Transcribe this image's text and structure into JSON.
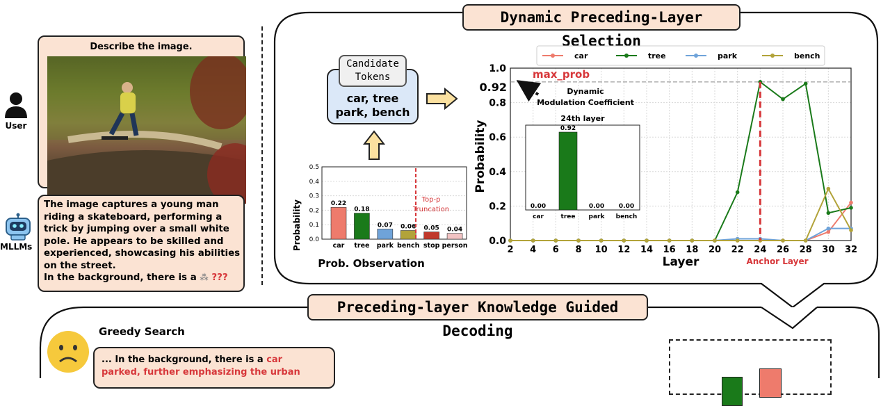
{
  "user": {
    "label": "User",
    "prompt": "Describe the image."
  },
  "mllm": {
    "label": "MLLMs",
    "response_lines": [
      "The image captures a young man",
      "riding a skateboard, performing a",
      "trick by jumping over a small white",
      "pole. He appears to be skilled and",
      "experienced, showcasing his abilities",
      "on the street."
    ],
    "response_tail_prefix": "In the background, there is a",
    "response_tail_unknown": "???"
  },
  "top_panel_title": "Dynamic Preceding-Layer Selection",
  "candidate": {
    "header": "Candidate\nTokens",
    "tokens_line1": "car, tree",
    "tokens_line2": "park, bench"
  },
  "prob_observation": {
    "caption": "Prob. Observation",
    "truncation_label_1": "Top-p",
    "truncation_label_2": "Truncation",
    "ylabel": "Probability",
    "yticks": [
      "0.0",
      "0.1",
      "0.2",
      "0.3",
      "0.4",
      "0.5"
    ]
  },
  "layer_chart_labels": {
    "max_prob": "max_prob",
    "max_value": "0.92",
    "coef_line1": "Dynamic",
    "coef_line2": "Modulation Coefficient",
    "anchor": "Anchor Layer",
    "inset_title": "24th layer"
  },
  "bottom_panel_title": "Preceding-layer Knowledge Guided Decoding",
  "greedy": {
    "title": "Greedy Search",
    "line1_prefix": "... In the background, there is a ",
    "line1_red": "car",
    "line2_red": "parked, further emphasizing the urban"
  },
  "colors": {
    "car": "#ee7b6c",
    "tree": "#1a7a1a",
    "park": "#6fa3d9",
    "bench": "#b2a33a",
    "bubble_fill": "#fbe3d3",
    "candidate_fill": "#dbe8f8",
    "arrow_fill": "#fbe1a0",
    "anchor_red": "#d7383b"
  },
  "chart_data": [
    {
      "type": "bar",
      "categories": [
        "car",
        "tree",
        "park",
        "bench",
        "stop",
        "person"
      ],
      "values": [
        0.22,
        0.18,
        0.07,
        0.06,
        0.05,
        0.04
      ],
      "bar_colors": [
        "#ee7b6c",
        "#1a7a1a",
        "#6fa3d9",
        "#b2a33a",
        "#c0392b",
        "#f2c3c3"
      ],
      "xlabel": "Prob. Observation",
      "ylabel": "Probability",
      "ylim": [
        0,
        0.5
      ],
      "annotation": "Top-p Truncation",
      "grid": true
    },
    {
      "type": "line",
      "x": [
        2,
        4,
        6,
        8,
        10,
        12,
        14,
        16,
        18,
        20,
        22,
        24,
        26,
        28,
        30,
        32
      ],
      "series": [
        {
          "name": "car",
          "values": [
            0,
            0,
            0,
            0,
            0,
            0,
            0,
            0,
            0,
            0,
            0,
            0,
            0,
            0,
            0.05,
            0.22
          ]
        },
        {
          "name": "tree",
          "values": [
            0,
            0,
            0,
            0,
            0,
            0,
            0,
            0,
            0,
            0,
            0.28,
            0.92,
            0.82,
            0.91,
            0.16,
            0.19
          ]
        },
        {
          "name": "park",
          "values": [
            0,
            0,
            0,
            0,
            0,
            0,
            0,
            0,
            0,
            0,
            0.01,
            0.01,
            0,
            0,
            0.07,
            0.07
          ]
        },
        {
          "name": "bench",
          "values": [
            0,
            0,
            0,
            0,
            0,
            0,
            0,
            0,
            0,
            0,
            0,
            0,
            0,
            0,
            0.3,
            0.06
          ]
        }
      ],
      "xlabel": "Layer",
      "ylabel": "Probability",
      "xlim": [
        2,
        32
      ],
      "ylim": [
        0,
        1.0
      ],
      "yticks": [
        0.0,
        0.2,
        0.4,
        0.6,
        0.8,
        1.0
      ],
      "max_prob": 0.92,
      "anchor_layer": 24,
      "legend": "top",
      "grid": true
    },
    {
      "type": "bar",
      "title": "24th layer",
      "categories": [
        "car",
        "tree",
        "park",
        "bench"
      ],
      "values": [
        0.0,
        0.92,
        0.0,
        0.0
      ],
      "value_labels": [
        "0.00",
        "0.92",
        "0.00",
        "0.00"
      ],
      "bar_colors": [
        "#ee7b6c",
        "#1a7a1a",
        "#6fa3d9",
        "#b2a33a"
      ]
    }
  ]
}
